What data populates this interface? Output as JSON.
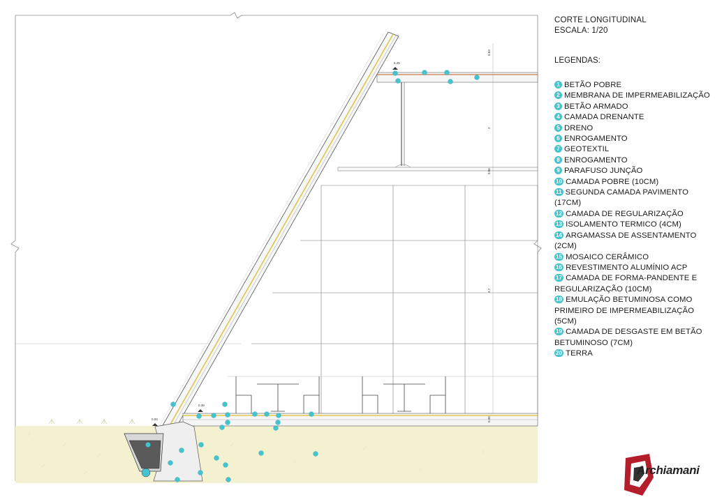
{
  "title": "CORTE LONGITUDINAL",
  "scale": "ESCALA: 1/20",
  "legend_heading": "LEGENDAS:",
  "legend": [
    {
      "num": "1",
      "text": "BETÃO POBRE"
    },
    {
      "num": "2",
      "text": "MEMBRANA DE IMPERMEABILIZAÇÃO"
    },
    {
      "num": "3",
      "text": "BETÃO ARMADO"
    },
    {
      "num": "4",
      "text": "CAMADA DRENANTE"
    },
    {
      "num": "5",
      "text": "DRENO"
    },
    {
      "num": "6",
      "text": "ENROGAMENTO"
    },
    {
      "num": "7",
      "text": "GEOTEXTIL"
    },
    {
      "num": "8",
      "text": "ENROGAMENTO"
    },
    {
      "num": "9",
      "text": "PARAFUSO JUNÇÃO"
    },
    {
      "num": "10",
      "text": "CAMADA POBRE (10CM)"
    },
    {
      "num": "11",
      "text": "SEGUNDA CAMADA PAVIMENTO (17CM)"
    },
    {
      "num": "12",
      "text": "CAMADA DE REGULARIZAÇÃO"
    },
    {
      "num": "13",
      "text": "ISOLAMENTO TERMICO (4CM)"
    },
    {
      "num": "14",
      "text": "ARGAMASSA DE ASSENTAMENTO (2CM)"
    },
    {
      "num": "15",
      "text": "MOSAICO CERÂMICO"
    },
    {
      "num": "16",
      "text": "REVESTIMENTO ALUMÍNIO ACP"
    },
    {
      "num": "17",
      "text": "CAMADA DE FORMA-PANDENTE E REGULARIZAÇÃO (10CM)"
    },
    {
      "num": "18",
      "text": "EMULAÇÃO BETUMINOSA COMO PRIMEIRO DE IMPERMEABILIZAÇÃO (5CM)"
    },
    {
      "num": "19",
      "text": "CAMADA DE DESGASTE EM BETÃO BETUMINOSO (7CM)"
    },
    {
      "num": "20",
      "text": "TERRA"
    }
  ],
  "levels": {
    "roof": "6.45",
    "floor": "0.38",
    "base": "0.00"
  },
  "dimensions": [
    "0.83",
    "2",
    "0.06",
    "3.7",
    "0.38"
  ],
  "logo_text": "Archiamani",
  "colors": {
    "callout": "#45c3cf",
    "soil": "#f3f1cf",
    "membrane": "#e0c54a",
    "outline": "#555555"
  }
}
